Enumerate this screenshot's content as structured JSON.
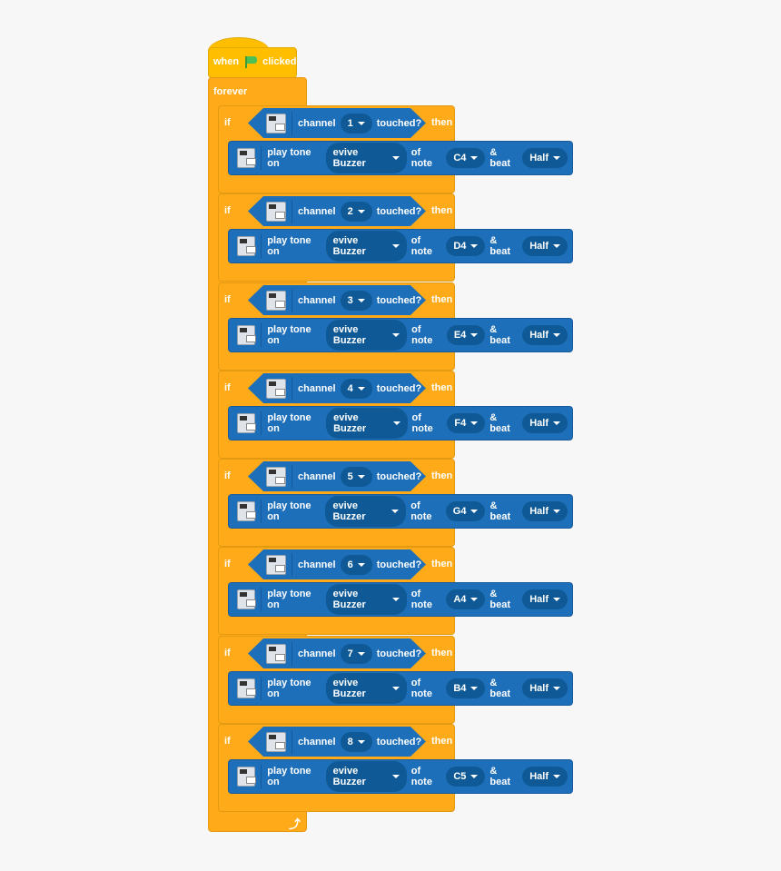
{
  "hat": {
    "when": "when",
    "clicked": "clicked"
  },
  "forever": {
    "label": "forever"
  },
  "if_blocks": [
    {
      "if": "if",
      "channel_label": "channel",
      "channel": "1",
      "touched": "touched?",
      "then": "then",
      "play": "play tone on",
      "device": "evive Buzzer",
      "of_note": "of note",
      "note": "C4",
      "beat_label": "& beat",
      "beat": "Half"
    },
    {
      "if": "if",
      "channel_label": "channel",
      "channel": "2",
      "touched": "touched?",
      "then": "then",
      "play": "play tone on",
      "device": "evive Buzzer",
      "of_note": "of note",
      "note": "D4",
      "beat_label": "& beat",
      "beat": "Half"
    },
    {
      "if": "if",
      "channel_label": "channel",
      "channel": "3",
      "touched": "touched?",
      "then": "then",
      "play": "play tone on",
      "device": "evive Buzzer",
      "of_note": "of note",
      "note": "E4",
      "beat_label": "& beat",
      "beat": "Half"
    },
    {
      "if": "if",
      "channel_label": "channel",
      "channel": "4",
      "touched": "touched?",
      "then": "then",
      "play": "play tone on",
      "device": "evive Buzzer",
      "of_note": "of note",
      "note": "F4",
      "beat_label": "& beat",
      "beat": "Half"
    },
    {
      "if": "if",
      "channel_label": "channel",
      "channel": "5",
      "touched": "touched?",
      "then": "then",
      "play": "play tone on",
      "device": "evive Buzzer",
      "of_note": "of note",
      "note": "G4",
      "beat_label": "& beat",
      "beat": "Half"
    },
    {
      "if": "if",
      "channel_label": "channel",
      "channel": "6",
      "touched": "touched?",
      "then": "then",
      "play": "play tone on",
      "device": "evive Buzzer",
      "of_note": "of note",
      "note": "A4",
      "beat_label": "& beat",
      "beat": "Half"
    },
    {
      "if": "if",
      "channel_label": "channel",
      "channel": "7",
      "touched": "touched?",
      "then": "then",
      "play": "play tone on",
      "device": "evive Buzzer",
      "of_note": "of note",
      "note": "B4",
      "beat_label": "& beat",
      "beat": "Half"
    },
    {
      "if": "if",
      "channel_label": "channel",
      "channel": "8",
      "touched": "touched?",
      "then": "then",
      "play": "play tone on",
      "device": "evive Buzzer",
      "of_note": "of note",
      "note": "C5",
      "beat_label": "& beat",
      "beat": "Half"
    }
  ],
  "colors": {
    "events": "#FFBF00",
    "control": "#FFAB19",
    "evive": "#1E6FBA",
    "dropdown": "#0F5A96"
  }
}
